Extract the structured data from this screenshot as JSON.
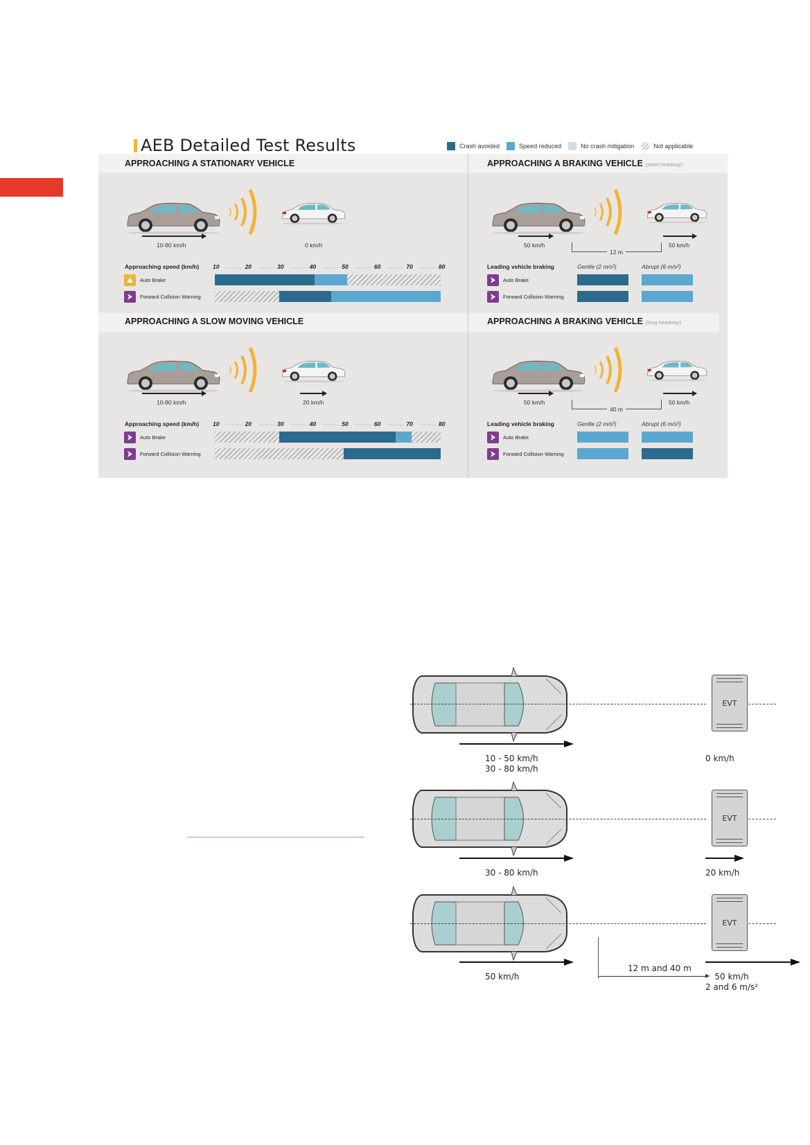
{
  "page": {
    "title": "AEB Detailed Test Results",
    "accent_color": "#e53a2a",
    "title_bar_color": "#f2b233"
  },
  "legend": [
    {
      "key": "crash_avoided",
      "label": "Crash avoided",
      "color": "#2c6b8c"
    },
    {
      "key": "speed_reduced",
      "label": "Speed reduced",
      "color": "#5ba7d0"
    },
    {
      "key": "no_mitigation",
      "label": "No crash mitigation",
      "color": "#cfdde8"
    },
    {
      "key": "not_applicable",
      "label": "Not applicable",
      "color": "hatched"
    }
  ],
  "sections": {
    "stationary": {
      "title": "APPROACHING A STATIONARY VEHICLE",
      "subject_speed": "10-80 km/h",
      "target_speed": "0 km/h",
      "axis_label": "Approaching speed (km/h)",
      "ticks": [
        "10",
        "20",
        "30",
        "40",
        "50",
        "60",
        "70",
        "80"
      ],
      "rows": [
        {
          "label": "Auto Brake",
          "icon": "auto-brake-icon-yellow",
          "segments": [
            {
              "from": 10,
              "to": 41,
              "status": "crash_avoided"
            },
            {
              "from": 41,
              "to": 51,
              "status": "speed_reduced"
            },
            {
              "from": 51,
              "to": 80,
              "status": "not_applicable"
            }
          ]
        },
        {
          "label": "Forward Collision Warning",
          "icon": "fcw-icon-purple",
          "segments": [
            {
              "from": 10,
              "to": 30,
              "status": "not_applicable"
            },
            {
              "from": 30,
              "to": 46,
              "status": "crash_avoided"
            },
            {
              "from": 46,
              "to": 80,
              "status": "speed_reduced"
            }
          ]
        }
      ]
    },
    "slow_moving": {
      "title": "APPROACHING A SLOW MOVING VEHICLE",
      "subject_speed": "10-80 km/h",
      "target_speed": "20 km/h",
      "axis_label": "Approaching speed (km/h)",
      "ticks": [
        "10",
        "20",
        "30",
        "40",
        "50",
        "60",
        "70",
        "80"
      ],
      "rows": [
        {
          "label": "Auto Brake",
          "icon": "auto-brake-icon-purple",
          "segments": [
            {
              "from": 10,
              "to": 30,
              "status": "not_applicable"
            },
            {
              "from": 30,
              "to": 66,
              "status": "crash_avoided"
            },
            {
              "from": 66,
              "to": 71,
              "status": "speed_reduced"
            },
            {
              "from": 71,
              "to": 80,
              "status": "not_applicable"
            }
          ]
        },
        {
          "label": "Forward Collision Warning",
          "icon": "fcw-icon-purple",
          "segments": [
            {
              "from": 10,
              "to": 50,
              "status": "not_applicable"
            },
            {
              "from": 50,
              "to": 80,
              "status": "crash_avoided"
            }
          ]
        }
      ]
    },
    "braking_short": {
      "title": "APPROACHING A BRAKING VEHICLE",
      "subtitle": "(short headway)",
      "subject_speed": "50 km/h",
      "target_speed": "50 km/h",
      "gap": "12 m",
      "axis_label": "Leading vehicle braking",
      "columns": [
        "Gentle (2 m/s²)",
        "Abrupt (6 m/s²)"
      ],
      "rows": [
        {
          "label": "Auto Brake",
          "values": [
            "crash_avoided",
            "speed_reduced"
          ]
        },
        {
          "label": "Forward Collision Warning",
          "values": [
            "crash_avoided",
            "speed_reduced"
          ]
        }
      ]
    },
    "braking_long": {
      "title": "APPROACHING A BRAKING VEHICLE",
      "subtitle": "(long headway)",
      "subject_speed": "50 km/h",
      "target_speed": "50 km/h",
      "gap": "40 m",
      "axis_label": "Leading vehicle braking",
      "columns": [
        "Gentle (2 m/s²)",
        "Abrupt (6 m/s²)"
      ],
      "rows": [
        {
          "label": "Auto Brake",
          "values": [
            "speed_reduced",
            "speed_reduced"
          ]
        },
        {
          "label": "Forward Collision Warning",
          "values": [
            "speed_reduced",
            "crash_avoided"
          ]
        }
      ]
    }
  },
  "diagram": {
    "target_label": "EVT",
    "scenarios": [
      {
        "subject_speed_lines": [
          "10 - 50 km/h",
          "30 - 80 km/h"
        ],
        "target_speed_lines": [
          "0 km/h"
        ]
      },
      {
        "subject_speed_lines": [
          "30 - 80 km/h"
        ],
        "target_speed_lines": [
          "20 km/h"
        ]
      },
      {
        "subject_speed_lines": [
          "50 km/h"
        ],
        "target_speed_lines": [
          "50 km/h",
          "2 and 6 m/s²"
        ],
        "gap": "12 m and 40 m"
      }
    ]
  }
}
